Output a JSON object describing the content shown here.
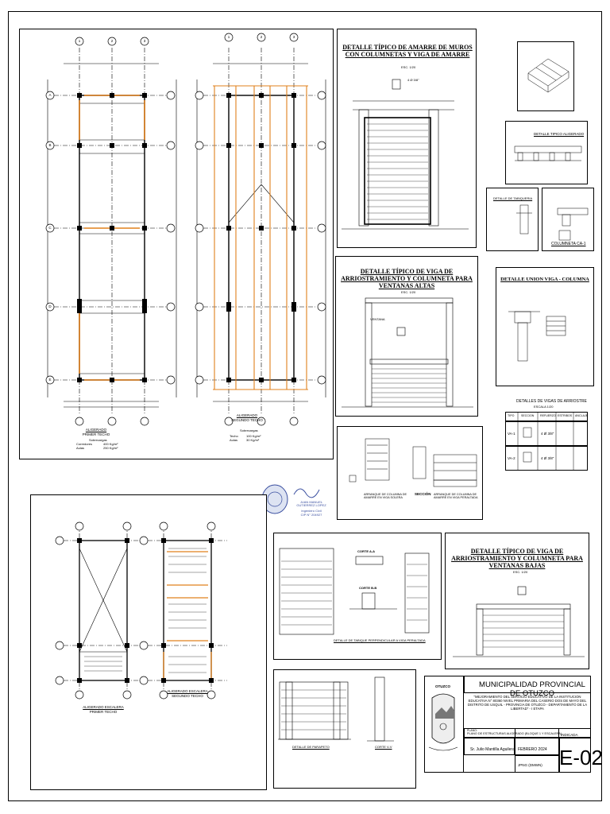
{
  "plans": {
    "top_left": {
      "title": "ALIGERADO",
      "subtitle": "PRIMER TECHO",
      "loads_label": "Sobrecargas",
      "load1_name": "Corredores",
      "load1_value": "400 Kg/m²",
      "load2_name": "Aulas",
      "load2_value": "250 Kg/m²"
    },
    "top_right": {
      "title": "ALIGERADO",
      "subtitle": "SEGUNDO TECHO",
      "loads_label": "Sobrecargas",
      "load1_name": "Techo",
      "load1_value": "100 Kg/m²",
      "load2_name": "Aulas",
      "load2_value": "30 Kg/m²"
    },
    "bottom_left": {
      "title_a": "ALIGERADO ESCALERA",
      "title_b": "PRIMER TECHO"
    },
    "bottom_right": {
      "title_a": "ALIGERADO ESCALERA",
      "title_b": "SEGUNDO TECHO"
    },
    "axis_numbers": [
      "1",
      "2",
      "3"
    ],
    "axis_letters": [
      "A",
      "B",
      "C",
      "D",
      "E"
    ]
  },
  "details": {
    "amarre_title": "DETALLE TÍPICO DE AMARRE DE MUROS CON COLUMNETAS Y VIGA DE AMARRE",
    "amarre_scale": "ESC. 1/20",
    "amarre_rebar": "4 Ø 3/8\"",
    "alta_title": "DETALLE TÍPICO DE VIGA DE ARRIOSTRAMIENTO Y COLUMNETA PARA VENTANAS ALTAS",
    "alta_scale": "ESC. 1/20",
    "alta_window": "VENTANA",
    "baja_title": "DETALLE TÍPICO DE VIGA DE ARRIOSTRAMIENTO Y COLUMNETA PARA VENTANAS BAJAS",
    "baja_scale": "ESC. 1/20",
    "aligerado_title": "DETALLE TIPICO ALIGERADO",
    "tabiqueria_title": "DETALLE DE TABIQUERIA",
    "columneta_label": "COLUMNETA CA-1",
    "union_title": "DETALLE UNION VIGA - COLUMNA",
    "vigas_table_title": "DETALLES DE VIGAS DE ARRIOSTRE",
    "vigas_table_scale": "ESCALA 1/20",
    "vigas_table_headers": [
      "TIPO",
      "SECCION",
      "REFUERZO",
      "ESTRIBOS",
      "ANCLAJE"
    ],
    "vigas_table_rows": [
      {
        "tipo": "VA-1",
        "refuerzo": "4 Ø 3/8\""
      },
      {
        "tipo": "VA-2",
        "refuerzo": "4 Ø 3/8\""
      }
    ],
    "arranque_1": "ARRANQUE DE COLUMNA DE AMARRE EN VIGA SOLERA",
    "arranque_2": "ARRANQUE DE COLUMNA DE AMARRE EN VIGA PERALTADA",
    "seccion": "SECCIÓN",
    "tabique_label": "DETALLE DE TABIQUE PERPENDICULAR A VIGA PERALTADA",
    "corte_aa": "CORTE A-A",
    "corte_bb": "CORTE B-B",
    "parapeto_label": "DETALLE DE PARAPETO",
    "corte_vv": "CORTE V-V"
  },
  "signature": {
    "name": "JUAN MANUEL GUTIERREZ LOPEZ",
    "role": "Ingeniero Civil",
    "cip": "CIP N° 204927"
  },
  "title_block": {
    "entity": "MUNICIPALIDAD PROVINCIAL DE OTUZCO",
    "project": "\"MEJORAMIENTO DEL SERVICIO EDUCATIVO DE LA INSTITUCION EDUCATIVA N° 80360 NIVEL PRIMARIA DEL CASERIO DOS DE MAYO DEL DISTRITO DE USQUIL - PROVINCIA DE OTUZCO - DEPARTAMENTO DE LA LIBERTAD\" - I ETAPA",
    "plano_label": "PLANO:",
    "plano": "PLANO DE ESTRUCTURAS ALIGERADO (BLOQUE 1 Y ESCALERA)",
    "proyectista": "Sr. Julio Mantilla Aguilera",
    "fecha": "FEBRERO 2024",
    "escala": "INDICADA",
    "dibujo": "JPNG (DMWN)",
    "lamina": "E-02",
    "logo_text": "OTUZCO"
  }
}
